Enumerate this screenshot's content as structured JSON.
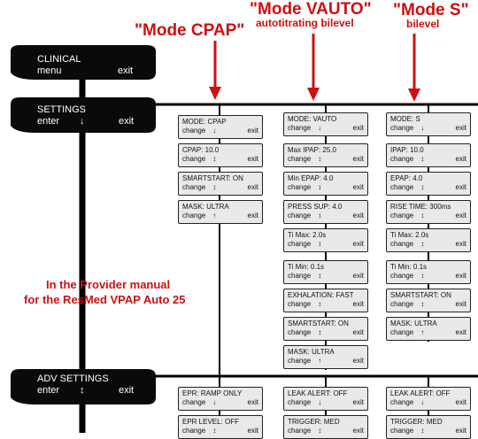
{
  "titles": {
    "cpap": "\"Mode CPAP\"",
    "vauto": "\"Mode VAUTO\"",
    "vauto_sub": "autotitrating bilevel",
    "s": "\"Mode S\"",
    "s_sub": "bilevel"
  },
  "colors": {
    "title_red": "#cc1111",
    "display_black": "#111111",
    "box_gray": "#e9e9e9"
  },
  "menus": {
    "clinical": {
      "title": "CLINICAL",
      "left": "menu",
      "right": "exit"
    },
    "settings": {
      "title": "SETTINGS",
      "left": "enter",
      "arrow": "↓",
      "right": "exit"
    },
    "adv": {
      "title": "ADV SETTINGS",
      "left": "enter",
      "arrow": "↕",
      "right": "exit"
    }
  },
  "cpap_col": [
    {
      "label": "MODE: CPAP",
      "action": "change",
      "arrow": "↓",
      "exit": "exit"
    },
    {
      "label": "CPAP:  10.0",
      "action": "change",
      "arrow": "↕",
      "exit": "exit"
    },
    {
      "label": "SMARTSTART:  ON",
      "action": "change",
      "arrow": "↕",
      "exit": "exit"
    },
    {
      "label": "MASK: ULTRA",
      "action": "change",
      "arrow": "↑",
      "exit": "exit"
    }
  ],
  "vauto_col": [
    {
      "label": "MODE: VAUTO",
      "action": "change",
      "arrow": "↓",
      "exit": "exit"
    },
    {
      "label": "Max IPAP: 25.0",
      "action": "change",
      "arrow": "↕",
      "exit": "exit"
    },
    {
      "label": "Min EPAP: 4.0",
      "action": "change",
      "arrow": "↕",
      "exit": "exit"
    },
    {
      "label": " PRESS SUP:  4.0",
      "action": "change",
      "arrow": "↕",
      "exit": "exit"
    },
    {
      "label": "Ti Max: 2.0s",
      "action": "change",
      "arrow": "↕",
      "exit": "exit"
    },
    {
      "label": "Ti Min: 0.1s",
      "action": "change",
      "arrow": "↕",
      "exit": "exit"
    },
    {
      "label": "EXHALATION: FAST",
      "action": "change",
      "arrow": "↕",
      "exit": "exit"
    },
    {
      "label": "SMARTSTART:  ON",
      "action": "change",
      "arrow": "↕",
      "exit": "exit"
    },
    {
      "label": "MASK: ULTRA",
      "action": "change",
      "arrow": "↑",
      "exit": "exit"
    }
  ],
  "s_col": [
    {
      "label": "MODE: S",
      "action": "change",
      "arrow": "↓",
      "exit": "exit"
    },
    {
      "label": "IPAP:  10.0",
      "action": "change",
      "arrow": "↕",
      "exit": "exit"
    },
    {
      "label": "EPAP:  4.0",
      "action": "change",
      "arrow": "↕",
      "exit": "exit"
    },
    {
      "label": "RISE TIME: 300ms",
      "action": "change",
      "arrow": "↕",
      "exit": "exit"
    },
    {
      "label": "Ti Max: 2.0s",
      "action": "change",
      "arrow": "↕",
      "exit": "exit"
    },
    {
      "label": "Ti Min:  0.1s",
      "action": "change",
      "arrow": "↕",
      "exit": "exit"
    },
    {
      "label": "SMARTSTART:  ON",
      "action": "change",
      "arrow": "↕",
      "exit": "exit"
    },
    {
      "label": "MASK: ULTRA",
      "action": "change",
      "arrow": "↑",
      "exit": "exit"
    }
  ],
  "adv_cols": [
    [
      {
        "label": "EPR: RAMP ONLY",
        "action": "change",
        "arrow": "↓",
        "exit": "exit"
      },
      {
        "label": "EPR LEVEL: OFF",
        "action": "change",
        "arrow": "↕",
        "exit": "exit"
      }
    ],
    [
      {
        "label": "LEAK ALERT: OFF",
        "action": "change",
        "arrow": "↓",
        "exit": "exit"
      },
      {
        "label": "TRIGGER: MED",
        "action": "change",
        "arrow": "↕",
        "exit": "exit"
      }
    ],
    [
      {
        "label": "LEAK ALERT: OFF",
        "action": "change",
        "arrow": "↓",
        "exit": "exit"
      },
      {
        "label": "TRIGGER: MED",
        "action": "change",
        "arrow": "↕",
        "exit": "exit"
      }
    ]
  ],
  "note": {
    "line1": "In the Provider manual",
    "line2": "for the ResMed VPAP Auto 25"
  }
}
